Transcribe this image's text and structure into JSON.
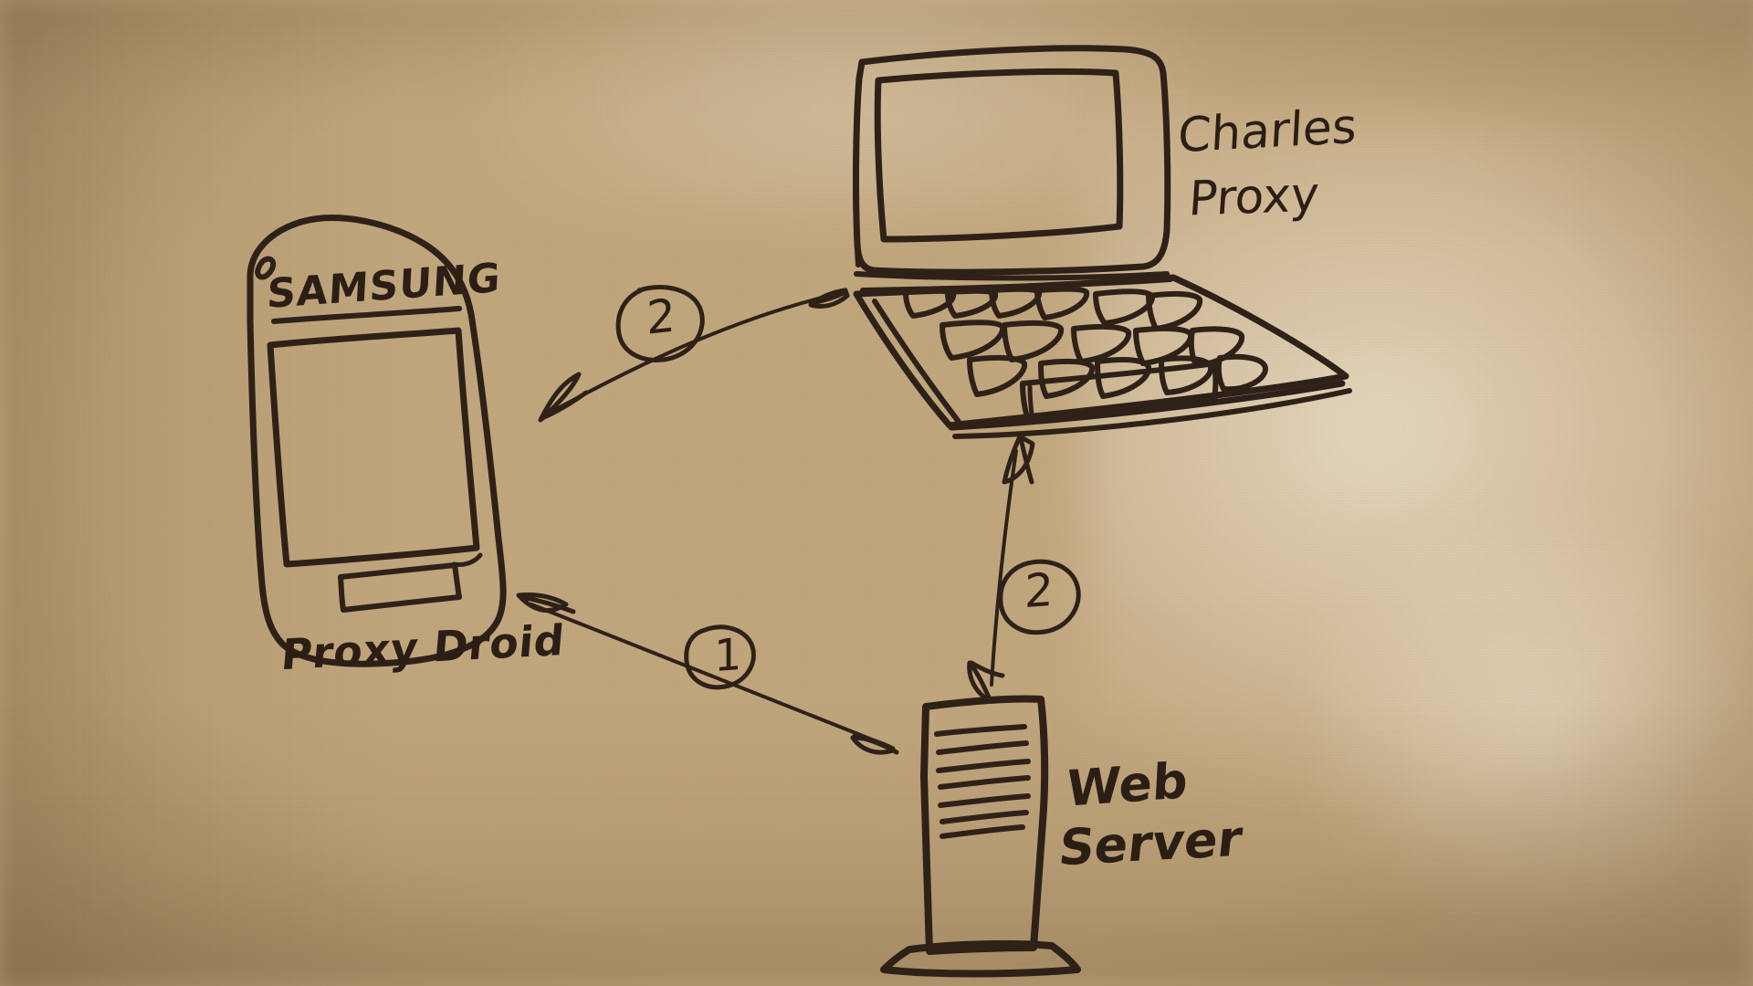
{
  "scene": {
    "medium": "whiteboard-marker-sketch",
    "surface_color": "#c1a67d",
    "ink_color": "#2e2118",
    "title": "Mobile HTTPS proxy interception flow"
  },
  "nodes": [
    {
      "id": "phone",
      "kind": "smartphone",
      "brand_label": "SAMSUNG",
      "caption": "Proxy Droid"
    },
    {
      "id": "laptop",
      "kind": "laptop",
      "caption": "Charles\nProxy",
      "caption_line1": "Charles",
      "caption_line2": "Proxy"
    },
    {
      "id": "server",
      "kind": "server-tower",
      "caption_line1": "Web",
      "caption_line2": "Server",
      "rack_line_count": 7
    }
  ],
  "connections": [
    {
      "id": "phone-laptop",
      "from": "phone",
      "to": "laptop",
      "step_label": "2",
      "arrowheads": "both",
      "style": "curved"
    },
    {
      "id": "phone-server",
      "from": "phone",
      "to": "server",
      "step_label": "1",
      "arrowheads": "both",
      "style": "curved"
    },
    {
      "id": "laptop-server",
      "from": "laptop",
      "to": "server",
      "step_label": "2",
      "arrowheads": "both",
      "style": "straight-vertical"
    }
  ],
  "labels": {
    "samsung": "SAMSUNG",
    "proxy_droid": "Proxy Droid",
    "charles_line1": "Charles",
    "charles_line2": "Proxy",
    "web_line1": "Web",
    "web_line2": "Server",
    "step_one": "1",
    "step_two_a": "2",
    "step_two_b": "2"
  }
}
